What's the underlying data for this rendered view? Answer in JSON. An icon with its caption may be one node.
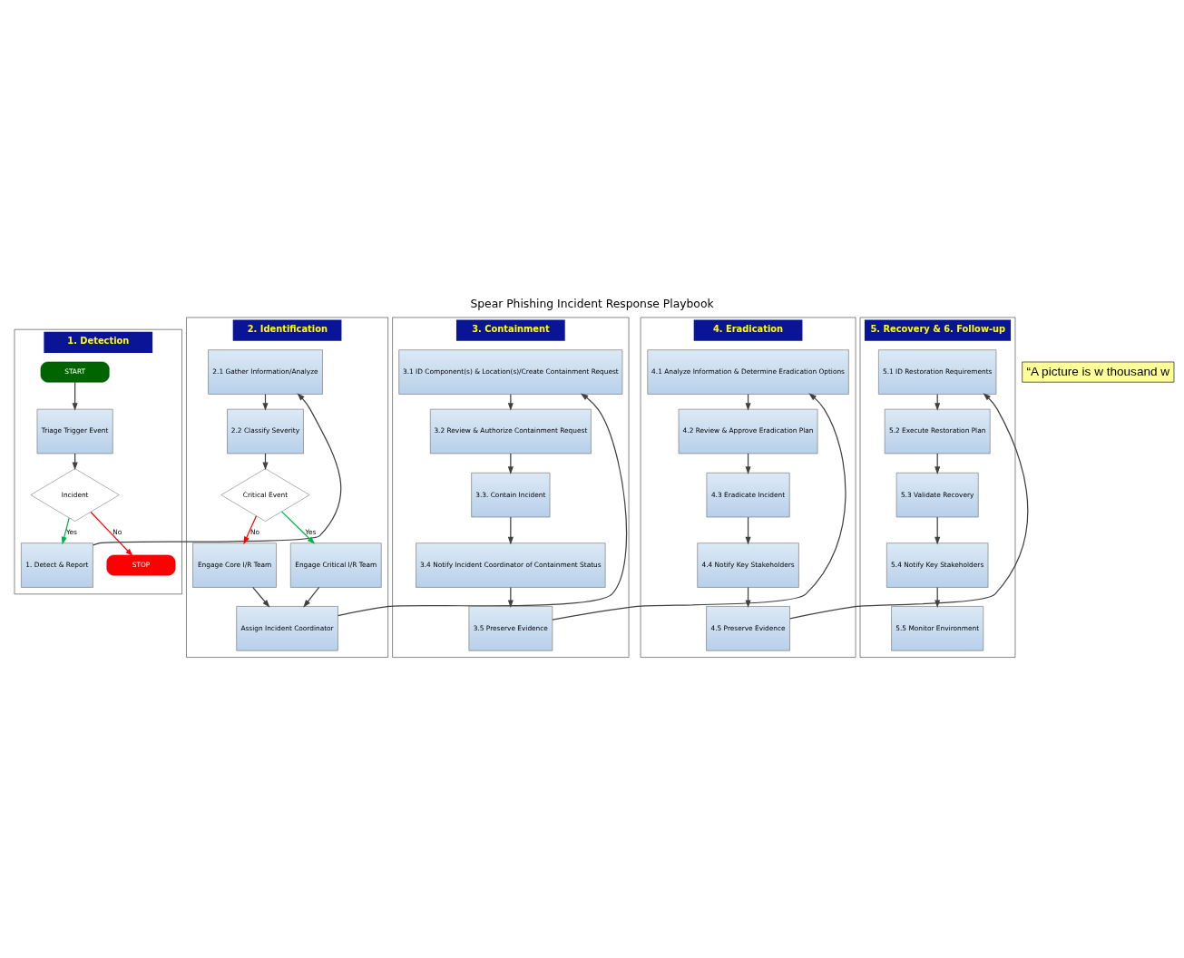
{
  "diagram": {
    "title": "Spear Phishing Incident Response Playbook",
    "nodes": [
      {
        "text": [
          "1. Detection"
        ]
      },
      {
        "text": [
          "START"
        ],
        "in": 0
      },
      {
        "text": [
          "Triage Trigger Event"
        ],
        "in": 0
      },
      {
        "text": [
          "Incident"
        ],
        "in": 0
      },
      {
        "text": [
          "1. Detect & Report"
        ],
        "in": 0
      },
      {
        "text": [
          "STOP"
        ],
        "in": 0
      },
      {
        "text": [
          "2. Identification"
        ]
      },
      {
        "text": [
          "2.1 Gather Information/Analyze"
        ],
        "in": 6
      },
      {
        "text": [
          "2.2 Classify Severity"
        ],
        "in": 6
      },
      {
        "text": [
          "Critical Event"
        ],
        "in": 6
      },
      {
        "text": [
          "Engage Core I/R Team"
        ],
        "in": 6
      },
      {
        "text": [
          "Engage Critical I/R Team"
        ],
        "in": 6
      },
      {
        "text": [
          "Assign Incident Coordinator"
        ],
        "in": 6
      },
      {
        "text": [
          "3. Containment"
        ]
      },
      {
        "text": [
          "3.1 ID Component(s) & Location(s)/Create Containment Request"
        ],
        "in": 13
      },
      {
        "text": [
          "3.2 Review & Authorize Containment Request"
        ],
        "in": 13
      },
      {
        "text": [
          "3.3. Contain Incident"
        ],
        "in": 13
      },
      {
        "text": [
          "3.4 Notify Incident Coordinator of Containment Status"
        ],
        "in": 13
      },
      {
        "text": [
          "3.5 Preserve Evidence"
        ],
        "in": 13
      },
      {
        "text": [
          "4. Eradication"
        ]
      },
      {
        "text": [
          "4.1 Analyze Information & Determine Eradication Options"
        ],
        "in": 19
      },
      {
        "text": [
          "4.2 Review & Approve Eradication Plan"
        ],
        "in": 19
      },
      {
        "text": [
          "4.3 Eradicate Incident"
        ],
        "in": 19
      },
      {
        "text": [
          "4.4 Notify Key Stakeholders"
        ],
        "in": 19
      },
      {
        "text": [
          "4.5 Preserve Evidence"
        ],
        "in": 19
      },
      {
        "text": [
          "5. Recovery & 6. Follow-up"
        ]
      },
      {
        "text": [
          "5.1 ID Restoration Requirements"
        ],
        "in": 25
      },
      {
        "text": [
          "5.2 Execute Restoration Plan"
        ],
        "in": 25
      },
      {
        "text": [
          "5.3 Validate Recovery"
        ],
        "in": 25
      },
      {
        "text": [
          "5.4 Notify Key Stakeholders"
        ],
        "in": 25
      },
      {
        "text": [
          "5.5 Monitor Environment"
        ],
        "in": 25
      }
    ],
    "edges": [
      {
        "from": 1,
        "to": 2,
        "arrow": "to"
      },
      {
        "from": 2,
        "to": 3,
        "arrow": "to"
      },
      {
        "from": 3,
        "to": 4,
        "arrow": "to",
        "label": "Yes",
        "color": "#00b050"
      },
      {
        "from": 3,
        "to": 5,
        "arrow": "to",
        "label": "No",
        "color": "#ff0000"
      },
      {
        "from": 4,
        "to": 7,
        "arrow": "to"
      },
      {
        "from": 7,
        "to": 8,
        "arrow": "to"
      },
      {
        "from": 8,
        "to": 9,
        "arrow": "to"
      },
      {
        "from": 9,
        "to": 10,
        "arrow": "to",
        "label": "No",
        "color": "#ff0000"
      },
      {
        "from": 9,
        "to": 11,
        "arrow": "to",
        "label": "Yes",
        "color": "#00b050"
      },
      {
        "from": 10,
        "to": 12,
        "arrow": "to"
      },
      {
        "from": 11,
        "to": 12,
        "arrow": "to"
      },
      {
        "from": 12,
        "to": 14,
        "arrow": "to"
      },
      {
        "from": 14,
        "to": 15,
        "arrow": "to"
      },
      {
        "from": 15,
        "to": 16,
        "arrow": "to"
      },
      {
        "from": 16,
        "to": 17,
        "arrow": "to"
      },
      {
        "from": 17,
        "to": 18,
        "arrow": "to"
      },
      {
        "from": 18,
        "to": 20,
        "arrow": "to"
      },
      {
        "from": 20,
        "to": 21,
        "arrow": "to"
      },
      {
        "from": 21,
        "to": 22,
        "arrow": "to"
      },
      {
        "from": 22,
        "to": 23,
        "arrow": "to"
      },
      {
        "from": 23,
        "to": 24,
        "arrow": "to"
      },
      {
        "from": 24,
        "to": 26,
        "arrow": "to"
      },
      {
        "from": 26,
        "to": 27,
        "arrow": "to"
      },
      {
        "from": 27,
        "to": 28,
        "arrow": "to"
      },
      {
        "from": 28,
        "to": 29,
        "arrow": "to"
      },
      {
        "from": 29,
        "to": 30,
        "arrow": "to"
      }
    ],
    "labels": [
      "“A picture is w thousand w"
    ]
  }
}
